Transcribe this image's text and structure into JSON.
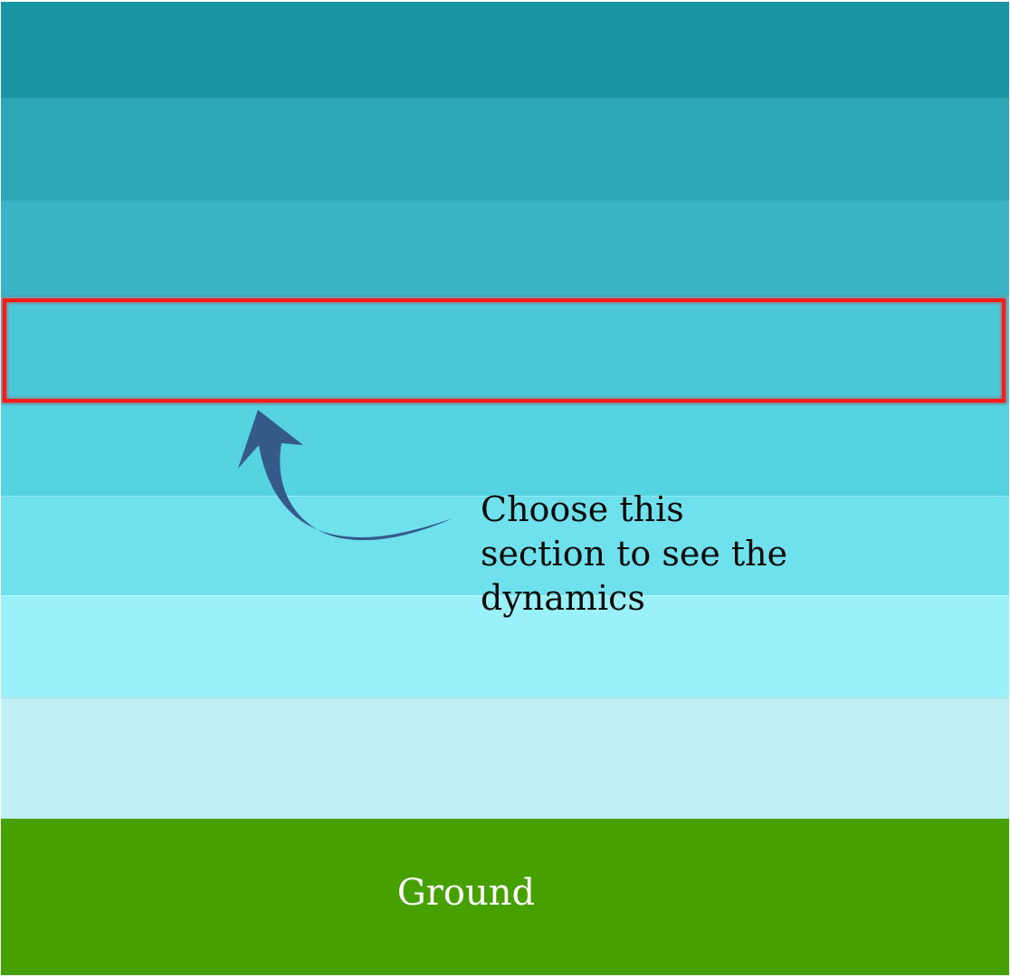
{
  "layers": [
    {
      "color": "#1a95a3"
    },
    {
      "color": "#2da7b7"
    },
    {
      "color": "#3ab4c6"
    },
    {
      "color": "#4bc8d8",
      "selected": true
    },
    {
      "color": "#55d3e0"
    },
    {
      "color": "#6ee1ed"
    },
    {
      "color": "#9af1f9"
    },
    {
      "color": "#bff0f6"
    }
  ],
  "ground": {
    "label": "Ground",
    "color": "#46a000",
    "label_color": "#ffffff"
  },
  "selection": {
    "border_color": "#ff1a1a"
  },
  "annotation": {
    "lines": [
      "Choose this",
      "section to see the",
      "dynamics"
    ],
    "arrow_color": "#355a8a",
    "arrow_icon": "curved-arrow-icon"
  }
}
